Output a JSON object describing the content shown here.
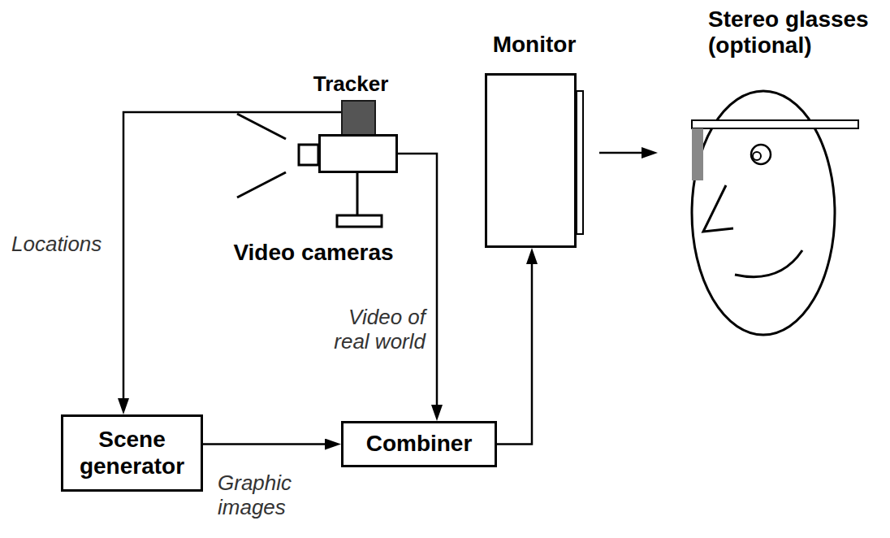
{
  "diagram": {
    "nodes": [
      {
        "text": [
          "Tracker"
        ]
      },
      {
        "text": [
          "Video cameras"
        ]
      },
      {
        "text": [
          "Monitor"
        ]
      },
      {
        "text": [
          "Stereo glasses (optional)"
        ]
      },
      {
        "text": [
          "Scene generator"
        ]
      },
      {
        "text": [
          "Combiner"
        ]
      }
    ],
    "edges": [
      {
        "from": 0,
        "to": 4,
        "label": "Locations",
        "arrow": "to"
      },
      {
        "from": 1,
        "to": 5,
        "label": "Video of real world",
        "arrow": "to"
      },
      {
        "from": 4,
        "to": 5,
        "label": "Graphic images",
        "arrow": "to"
      },
      {
        "from": 5,
        "to": 2,
        "arrow": "to"
      },
      {
        "from": 2,
        "to": 3,
        "arrow": "to"
      }
    ]
  }
}
